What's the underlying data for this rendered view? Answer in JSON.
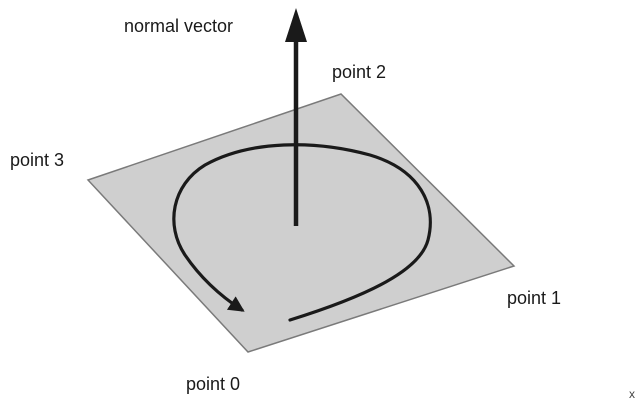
{
  "labels": {
    "normal_vector": "normal vector",
    "point_0": "point 0",
    "point_1": "point 1",
    "point_2": "point 2",
    "point_3": "point 3"
  },
  "corner_mark": "x",
  "colors": {
    "plane_fill": "#cfcfcf",
    "plane_edge": "#7a7a7a",
    "ink": "#1a1a1a"
  }
}
